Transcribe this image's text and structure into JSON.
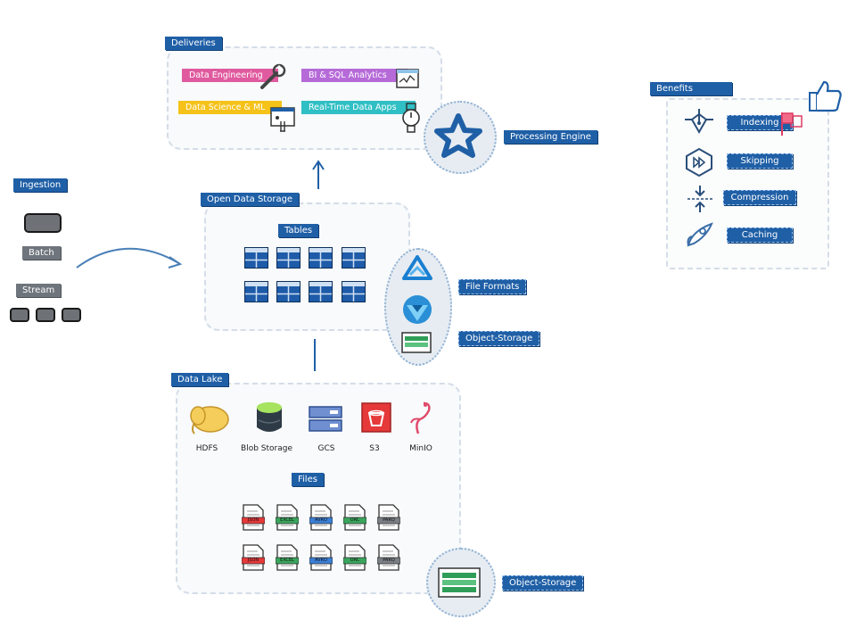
{
  "deliveries": {
    "title": "Deliveries",
    "items": [
      {
        "label": "Data Engineering",
        "color": "#e05a9f"
      },
      {
        "label": "BI & SQL Analytics",
        "color": "#b66ad8"
      },
      {
        "label": "Data Science & ML",
        "color": "#f5c21a"
      },
      {
        "label": "Real-Time Data Apps",
        "color": "#2fbfc4"
      }
    ],
    "engine_label": "Processing Engine"
  },
  "ingestion": {
    "title": "Ingestion",
    "batch_label": "Batch",
    "stream_label": "Stream"
  },
  "open_storage": {
    "title": "Open Data Storage",
    "tables_label": "Tables",
    "file_formats_label": "File Formats",
    "object_storage_label": "Object-Storage"
  },
  "data_lake": {
    "title": "Data Lake",
    "sources": [
      "HDFS",
      "Blob Storage",
      "GCS",
      "S3",
      "MinIO"
    ],
    "files_label": "Files",
    "file_types": [
      "JSON",
      "EXCEL",
      "AVRO",
      "ORC",
      "PARQ"
    ],
    "object_storage_label": "Object-Storage"
  },
  "benefits": {
    "title": "Benefits",
    "items": [
      "Indexing",
      "Skipping",
      "Compression",
      "Caching"
    ]
  },
  "colors": {
    "tag_blue": "#1f5fa6",
    "tag_gray": "#6f757c",
    "table_blue": "#1e5ba8",
    "arrow": "#4a80b8"
  }
}
